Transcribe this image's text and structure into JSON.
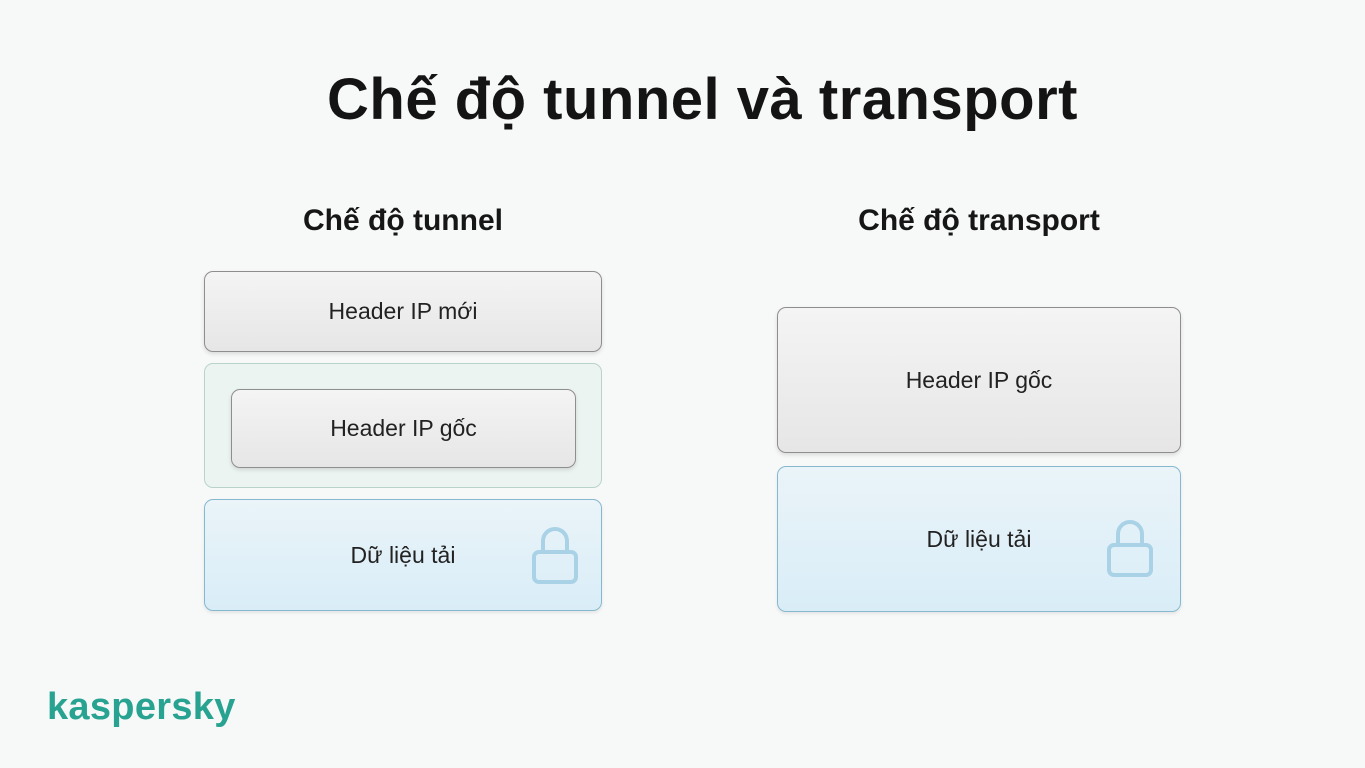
{
  "title": "Chế độ tunnel và transport",
  "tunnel": {
    "heading": "Chế độ tunnel",
    "new_header": "Header IP mới",
    "orig_header": "Header IP gốc",
    "payload": "Dữ liệu tải"
  },
  "transport": {
    "heading": "Chế độ transport",
    "orig_header": "Header IP gốc",
    "payload": "Dữ liệu tải"
  },
  "icons": {
    "payload_lock": "lock-icon"
  },
  "colors": {
    "header_fill": "#e9e9e9",
    "encrypted_fill": "#dcedf6",
    "wrapper_fill": "#ecf4f1",
    "brand": "#29a391"
  },
  "brand": "kaspersky"
}
